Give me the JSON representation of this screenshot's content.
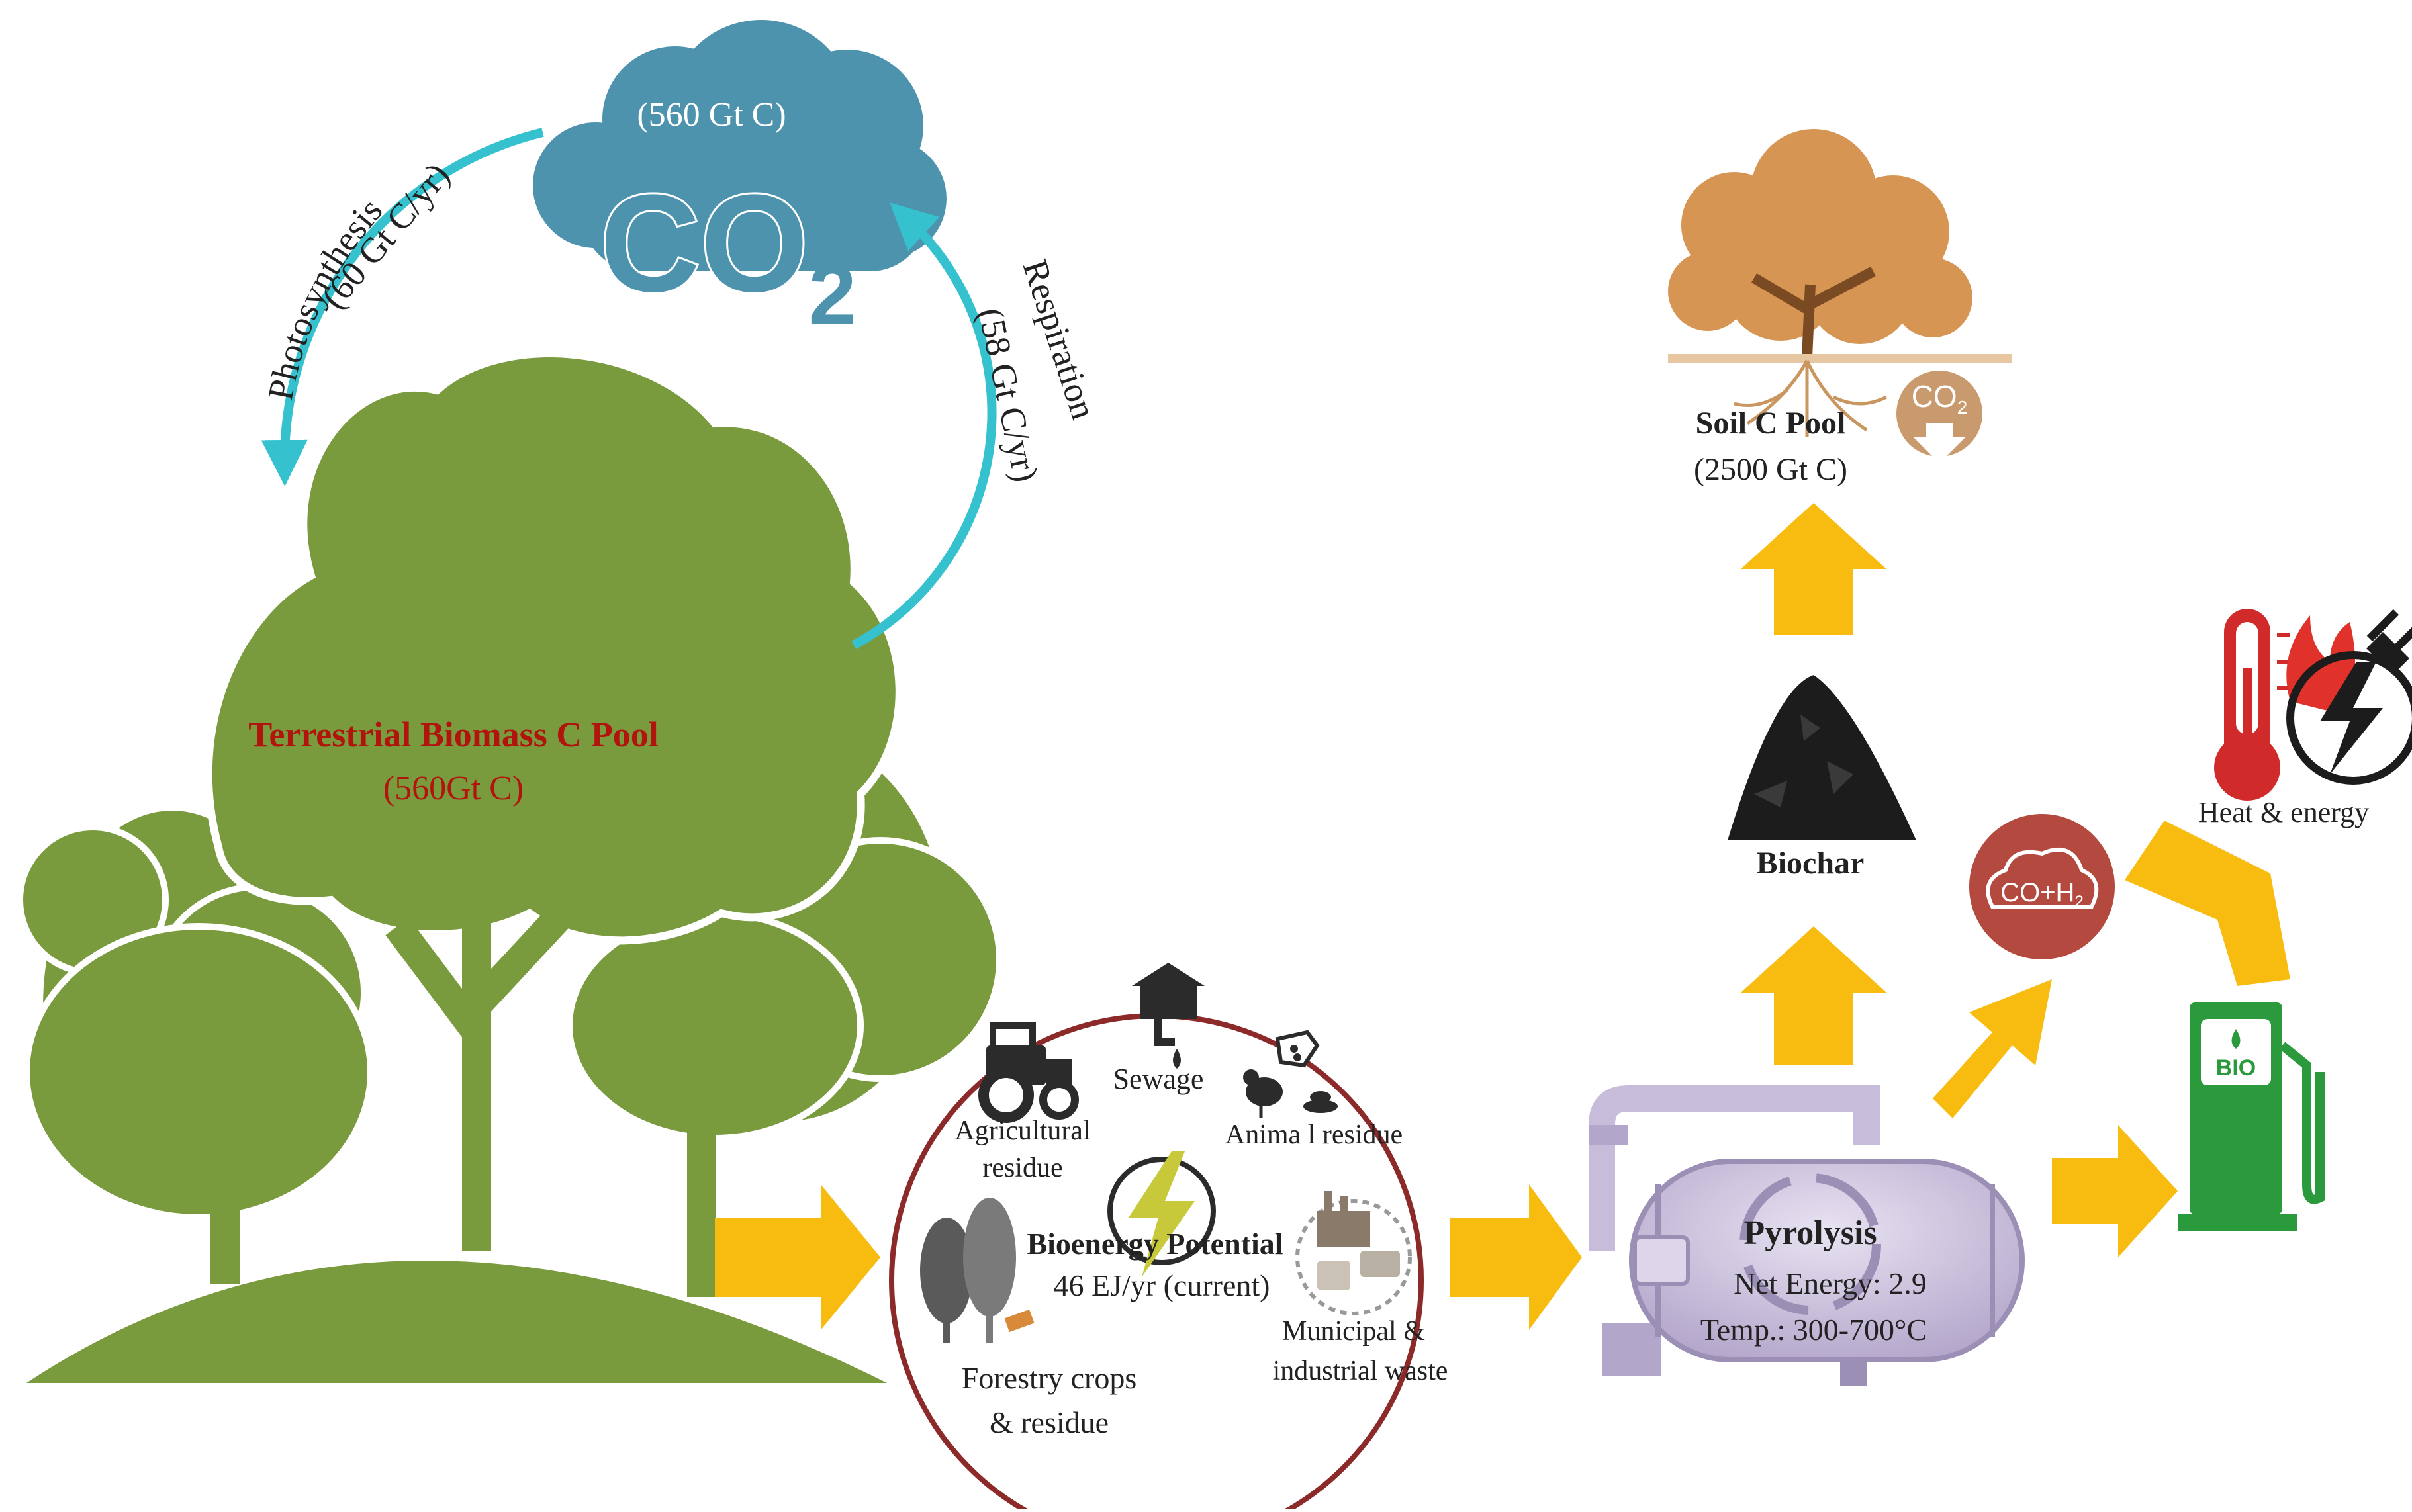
{
  "cloud": {
    "amount": "(560 Gt C)",
    "formula_main": "CO",
    "formula_sub": "2"
  },
  "photosynthesis": {
    "label": "Photosynthesis",
    "flux": "(60 Gt C/yr)"
  },
  "respiration": {
    "label": "Respiration",
    "flux": "(58 Gt C/yr)"
  },
  "biomass_pool": {
    "title": "Terrestrial Biomass C Pool",
    "amount": "(560Gt C)"
  },
  "feedstock": {
    "agricultural_line1": "Agricultural",
    "agricultural_line2": "residue",
    "sewage": "Sewage",
    "animal": "Anima l residue",
    "bioenergy_title": "Bioenergy Potential",
    "bioenergy_value": "46 EJ/yr (current)",
    "forestry_line1": "Forestry crops",
    "forestry_line2": "& residue",
    "municipal_line1": "Municipal &",
    "municipal_line2": "industrial waste"
  },
  "pyrolysis": {
    "title": "Pyrolysis",
    "energy": "Net Energy: 2.9",
    "temp": "Temp.: 300-700°C"
  },
  "biochar": {
    "label": "Biochar"
  },
  "soil_pool": {
    "title": "Soil C Pool",
    "amount": "(2500 Gt C)",
    "badge_main": "CO",
    "badge_sub": "2"
  },
  "syngas": {
    "main": "CO+H",
    "sub": "2"
  },
  "heat": {
    "label": "Heat & energy"
  },
  "fuel": {
    "label": "BIO"
  },
  "colors": {
    "tree": "#7a9a3e",
    "cloud": "#4d93ad",
    "cycle_arrow": "#36c1cf",
    "flow_arrow": "#f8bb0f",
    "pool_title": "#b0140c",
    "circle_border": "#8c2a2a",
    "syngas": "#b44a3f",
    "pump": "#2a9a3c",
    "pyrolysis": "#c8bcdb",
    "soil_tree": "#d79553"
  }
}
